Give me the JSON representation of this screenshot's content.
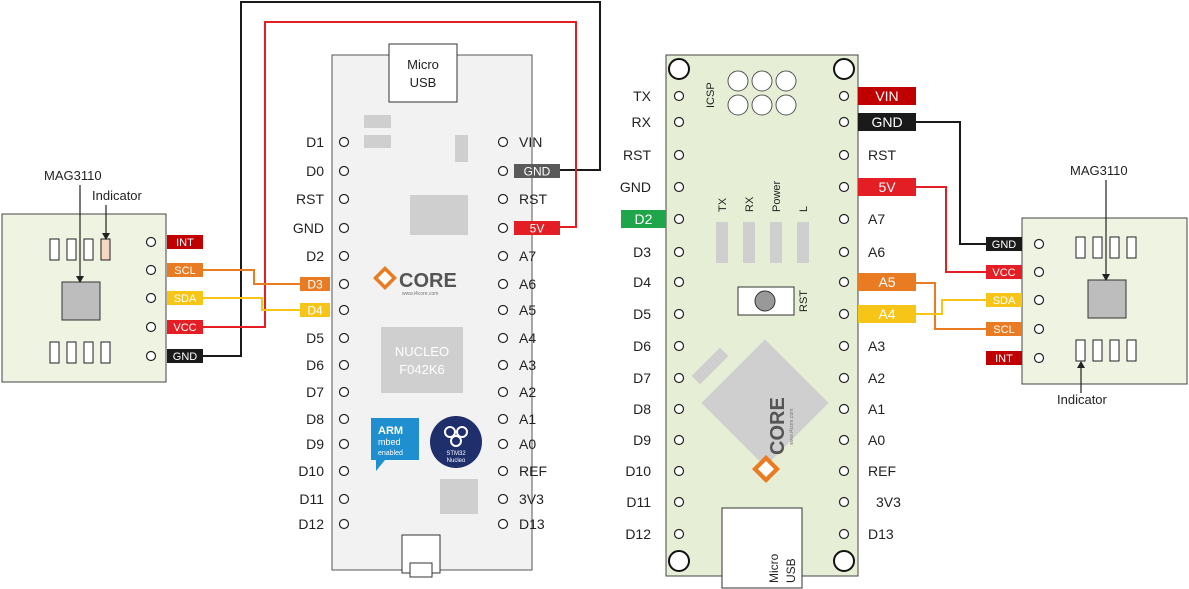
{
  "colors": {
    "red": "#e31e24",
    "orange": "#e97c22",
    "yellow": "#f7c518",
    "black": "#1a1a1a",
    "gray": "#5a5a5a",
    "green": "#1fa64a",
    "darkred": "#c00000",
    "sensor_bg": "#eef3e2",
    "nano_bg": "#e6efd5",
    "nucleo_bg": "#f2f2f2"
  },
  "left_sensor": {
    "name": "MAG3110",
    "indicator": "Indicator",
    "pins": [
      "INT",
      "SCL",
      "SDA",
      "VCC",
      "GND"
    ]
  },
  "nucleo": {
    "usb_line1": "Micro",
    "usb_line2": "USB",
    "chip_line1": "NUCLEO",
    "chip_line2": "F042K6",
    "logo_text": "CORE",
    "logo_url": "www.i4core.com",
    "arm_text": "ARM",
    "mbed_text": "mbed",
    "enabled_text": "enabled",
    "stm_text": "STM32",
    "nucleo_small": "Nucleo",
    "left_pins": [
      "D1",
      "D0",
      "RST",
      "GND",
      "D2",
      "D3",
      "D4",
      "D5",
      "D6",
      "D7",
      "D8",
      "D9",
      "D10",
      "D11",
      "D12"
    ],
    "right_pins": [
      "VIN",
      "GND",
      "RST",
      "5V",
      "A7",
      "A6",
      "A5",
      "A4",
      "A3",
      "A2",
      "A1",
      "A0",
      "REF",
      "3V3",
      "D13"
    ]
  },
  "nano": {
    "icsp": "ICSP",
    "leds": [
      "TX",
      "RX",
      "Power",
      "L"
    ],
    "rst": "RST",
    "usb_line1": "Micro",
    "usb_line2": "USB",
    "logo_text": "CORE",
    "logo_url": "www.i4core.com",
    "left_pins": [
      "TX",
      "RX",
      "RST",
      "GND",
      "D2",
      "D3",
      "D4",
      "D5",
      "D6",
      "D7",
      "D8",
      "D9",
      "D10",
      "D11",
      "D12"
    ],
    "right_pins": [
      "VIN",
      "GND",
      "RST",
      "5V",
      "A7",
      "A6",
      "A5",
      "A4",
      "A3",
      "A2",
      "A1",
      "A0",
      "REF",
      "3V3",
      "D13"
    ]
  },
  "right_sensor": {
    "name": "MAG3110",
    "indicator": "Indicator",
    "pins": [
      "GND",
      "VCC",
      "SDA",
      "SCL",
      "INT"
    ]
  }
}
